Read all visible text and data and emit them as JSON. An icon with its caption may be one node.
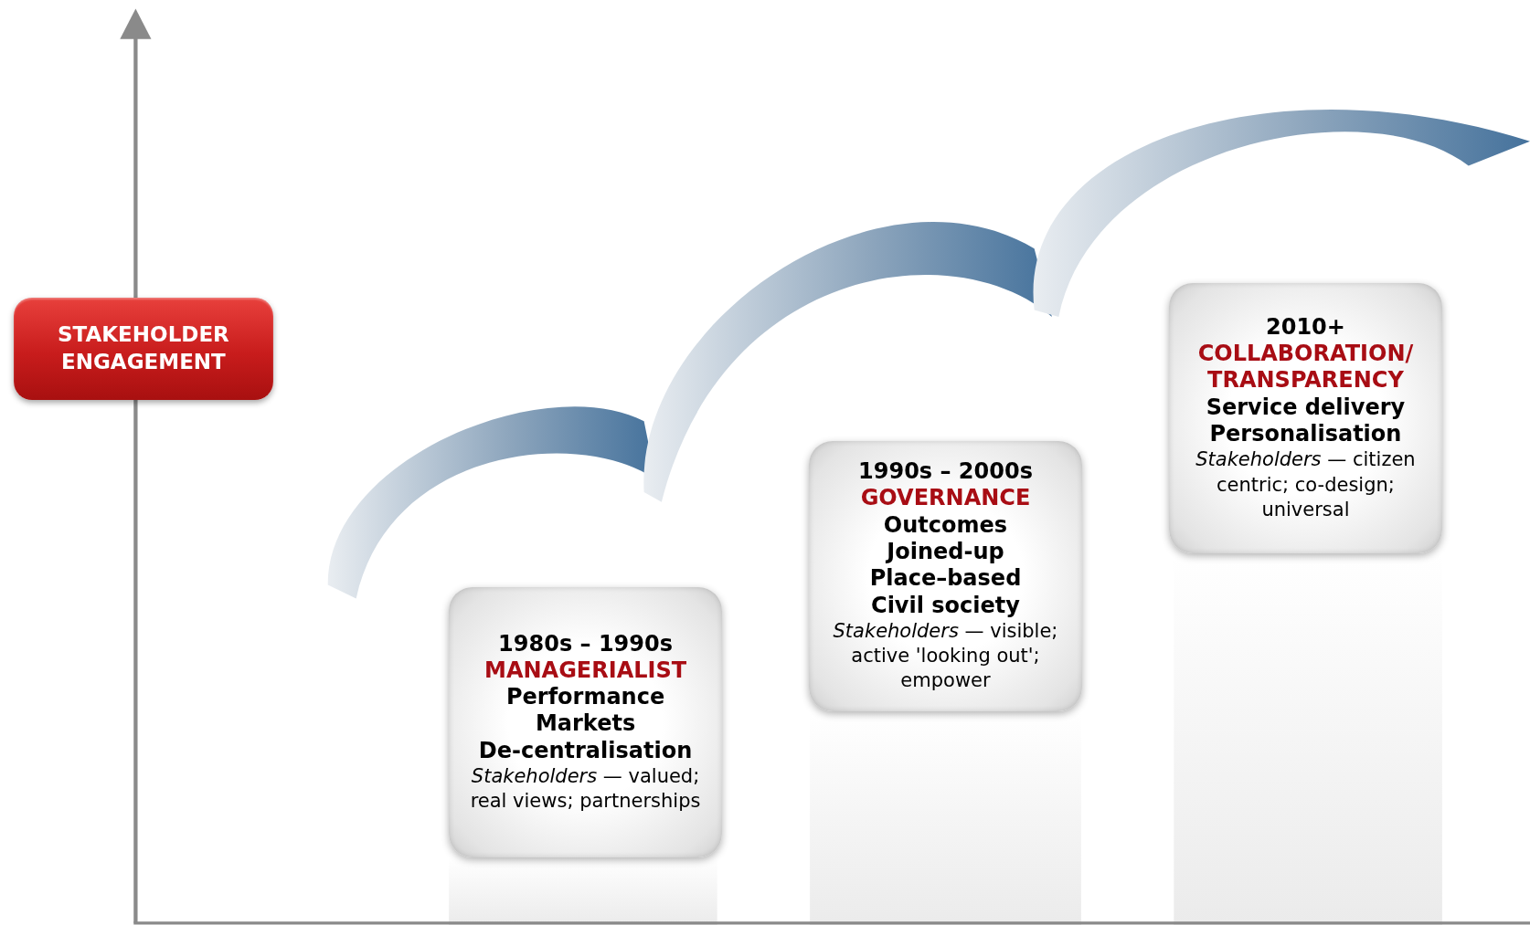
{
  "diagram": {
    "nodes": [
      {
        "text": [
          "STAKEHOLDER ENGAGEMENT"
        ]
      },
      {
        "text": [
          "1980s – 1990s",
          "MANAGERIALIST",
          "Performance",
          "Markets",
          "De-centralisation",
          "*Stakeholders* — valued; real views; partnerships"
        ]
      },
      {
        "text": [
          "1990s – 2000s",
          "GOVERNANCE",
          "Outcomes",
          "Joined-up",
          "Place–based",
          "Civil society",
          "*Stakeholders* — visible; active 'looking out'; empower"
        ]
      },
      {
        "text": [
          "2010+",
          "COLLABORATION/ TRANSPARENCY",
          "Service delivery",
          "Personalisation",
          "*Stakeholders* — citizen centric; co-design; universal"
        ]
      }
    ]
  }
}
